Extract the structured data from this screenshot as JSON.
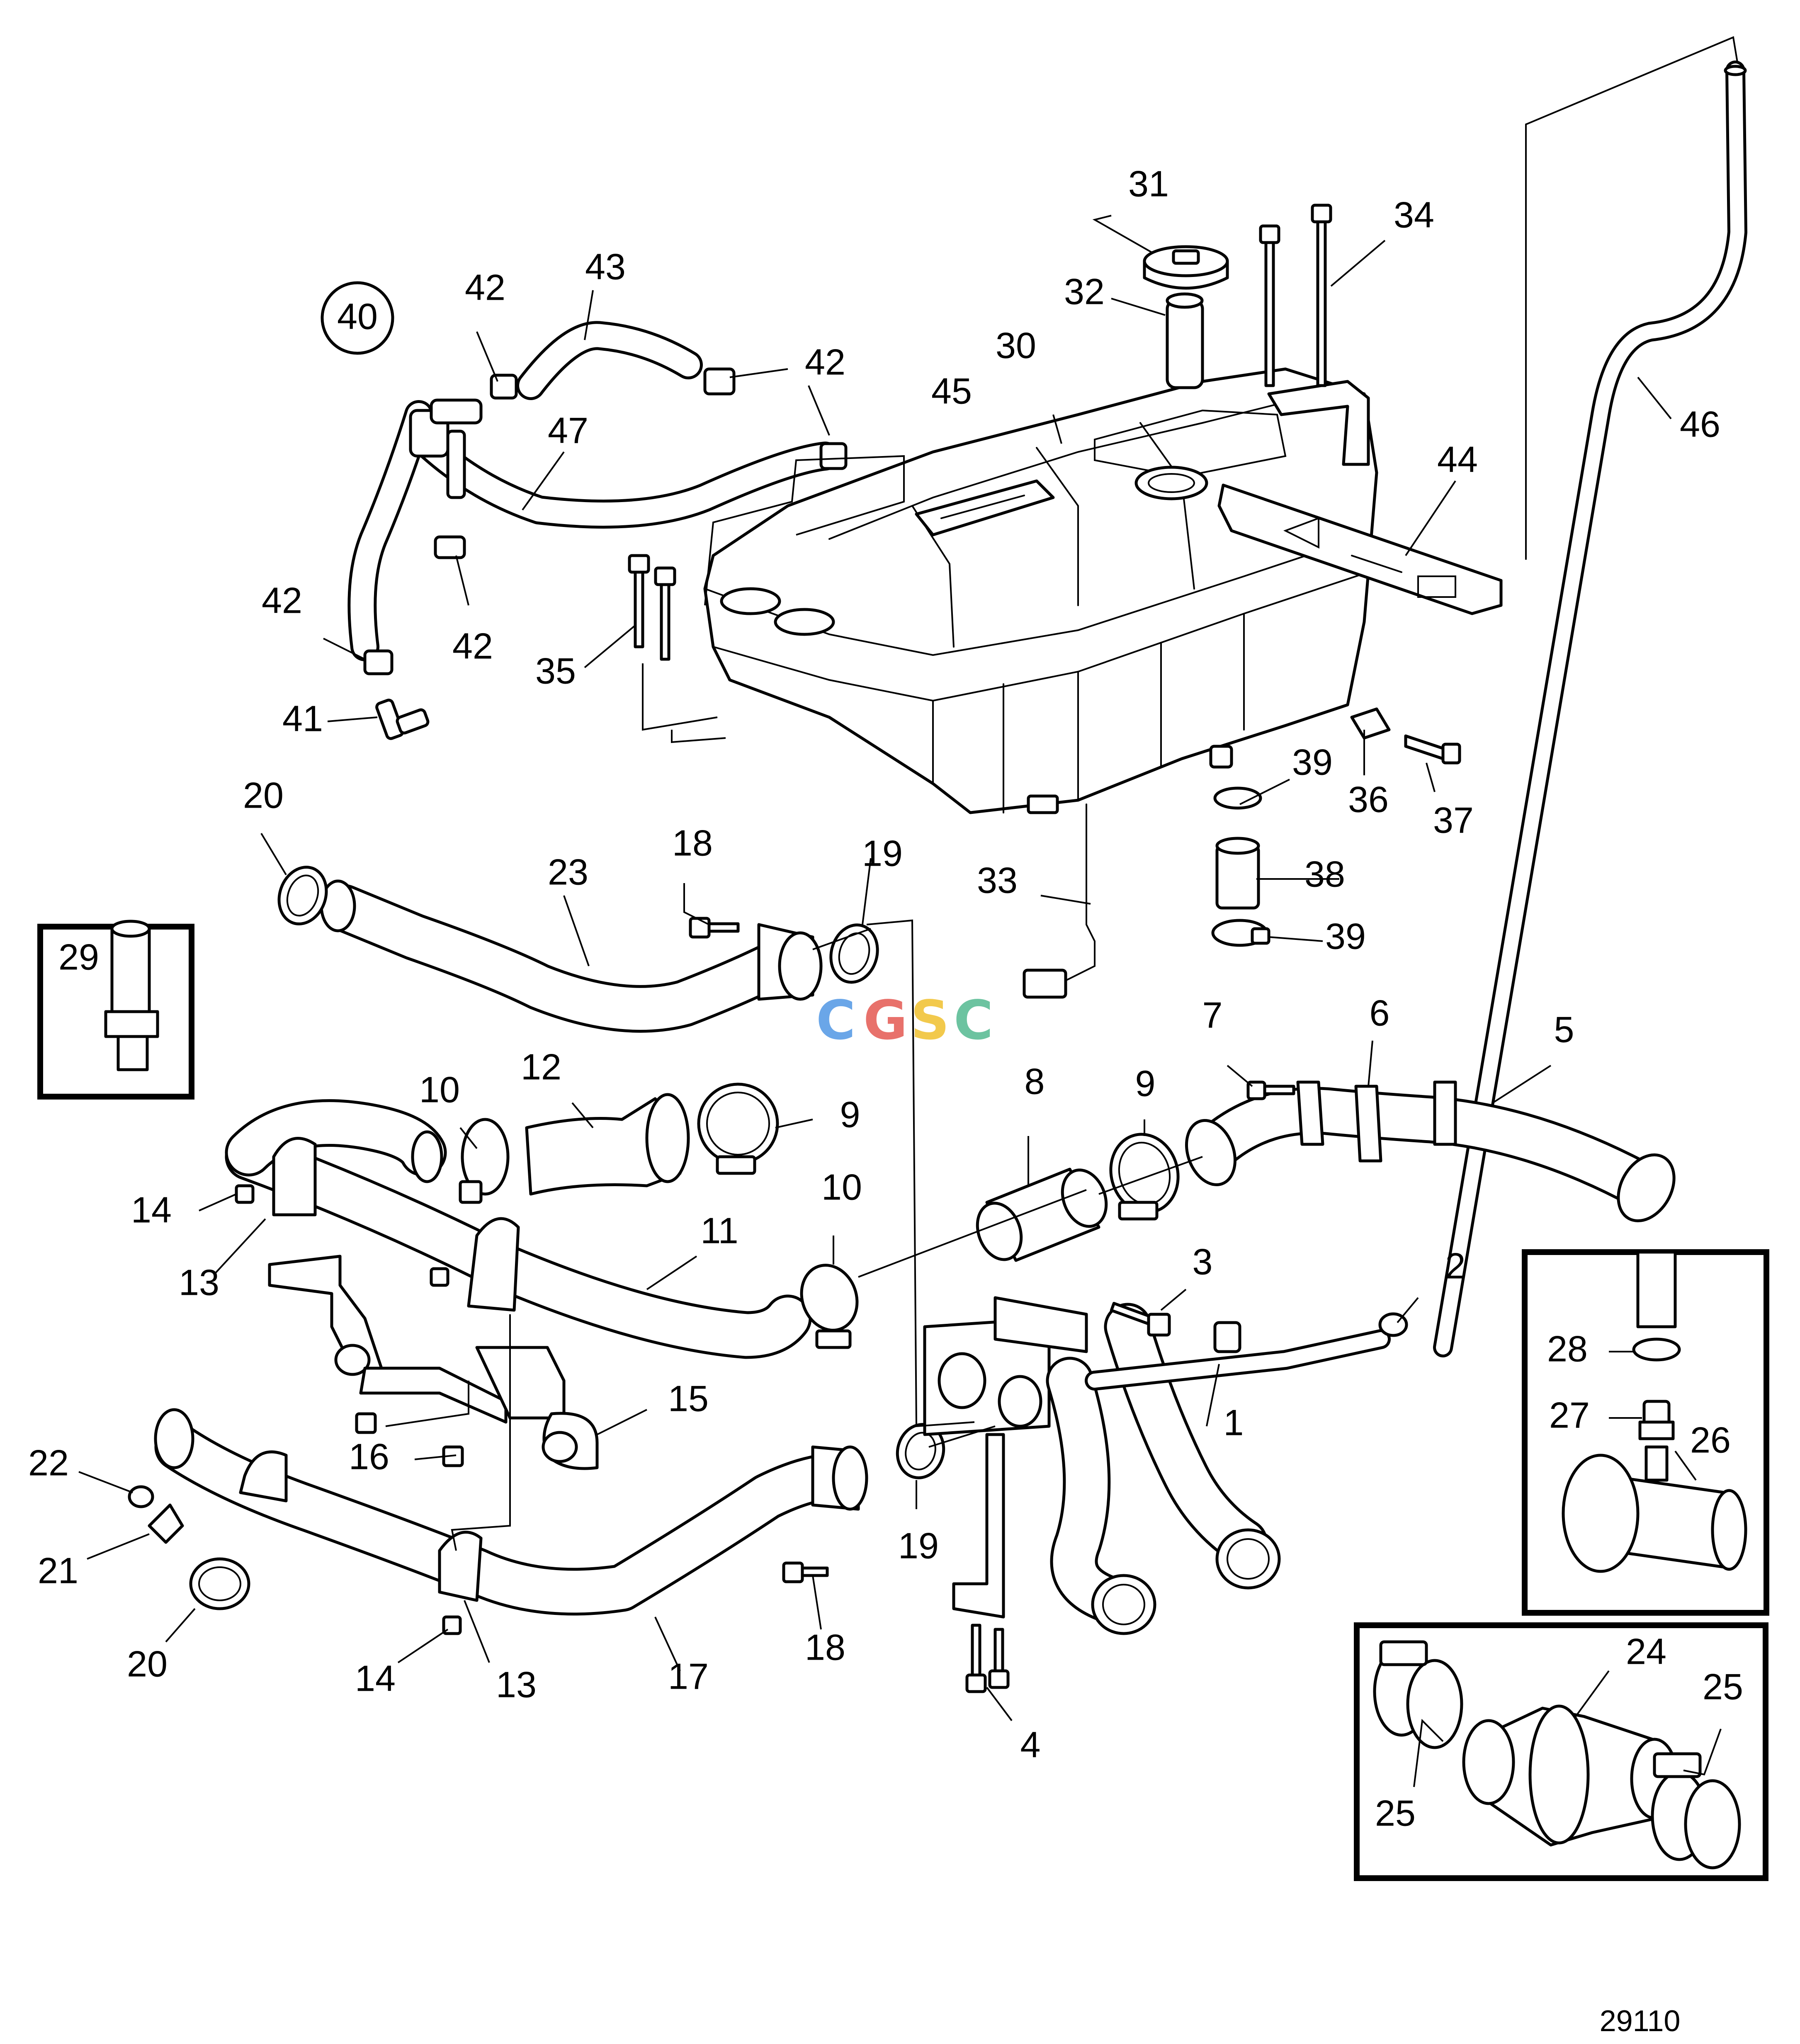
{
  "diagram": {
    "group_label": "40",
    "reference_number": "29110",
    "watermark": {
      "letters": [
        "C",
        "G",
        "S",
        "C"
      ],
      "colors": [
        "#6aa6e8",
        "#e8716b",
        "#f2c94c",
        "#6cc3a0"
      ]
    },
    "callouts": [
      "1",
      "2",
      "3",
      "4",
      "5",
      "6",
      "7",
      "8",
      "9",
      "9",
      "10",
      "10",
      "11",
      "12",
      "13",
      "13",
      "14",
      "14",
      "15",
      "16",
      "17",
      "18",
      "18",
      "19",
      "19",
      "20",
      "20",
      "21",
      "22",
      "23",
      "24",
      "25",
      "25",
      "26",
      "27",
      "28",
      "29",
      "30",
      "31",
      "32",
      "33",
      "34",
      "35",
      "36",
      "37",
      "38",
      "39",
      "39",
      "41",
      "42",
      "42",
      "42",
      "42",
      "43",
      "44",
      "45",
      "46",
      "47"
    ]
  }
}
